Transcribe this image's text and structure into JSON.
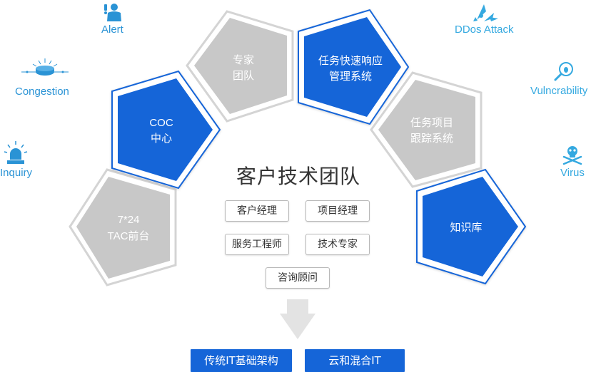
{
  "center_title": "客户技术团队",
  "roles": [
    "客户经理",
    "项目经理",
    "服务工程师",
    "技术专家",
    "咨询顾问"
  ],
  "pentagons": [
    {
      "lines": [
        "7*24",
        "TAC前台"
      ],
      "style": "gray"
    },
    {
      "lines": [
        "COC",
        "中心"
      ],
      "style": "blue"
    },
    {
      "lines": [
        "专家",
        "团队"
      ],
      "style": "gray"
    },
    {
      "lines": [
        "任务快速响应",
        "管理系统"
      ],
      "style": "blue"
    },
    {
      "lines": [
        "任务项目",
        "跟踪系统"
      ],
      "style": "gray"
    },
    {
      "lines": [
        "知识库"
      ],
      "style": "blue"
    }
  ],
  "left_labels": [
    {
      "text": "Alert",
      "icon": "alert-user-icon"
    },
    {
      "text": "Congestion",
      "icon": "congestion-icon"
    },
    {
      "text": "Inquiry",
      "icon": "siren-icon"
    }
  ],
  "right_labels": [
    {
      "text": "DDos Attack",
      "icon": "rocket-attack-icon"
    },
    {
      "text": "Vulncrability",
      "icon": "magnifier-bug-icon"
    },
    {
      "text": "Virus",
      "icon": "skull-icon"
    }
  ],
  "bottom_buttons": [
    "传统IT基础架构",
    "云和混合IT"
  ],
  "colors": {
    "blue_fill": "#1565d8",
    "gray_fill": "#c8c8c8",
    "outline": "#cfcfcf",
    "label_blue": "#2a93d5",
    "arrow_gray": "#e3e3e3"
  }
}
